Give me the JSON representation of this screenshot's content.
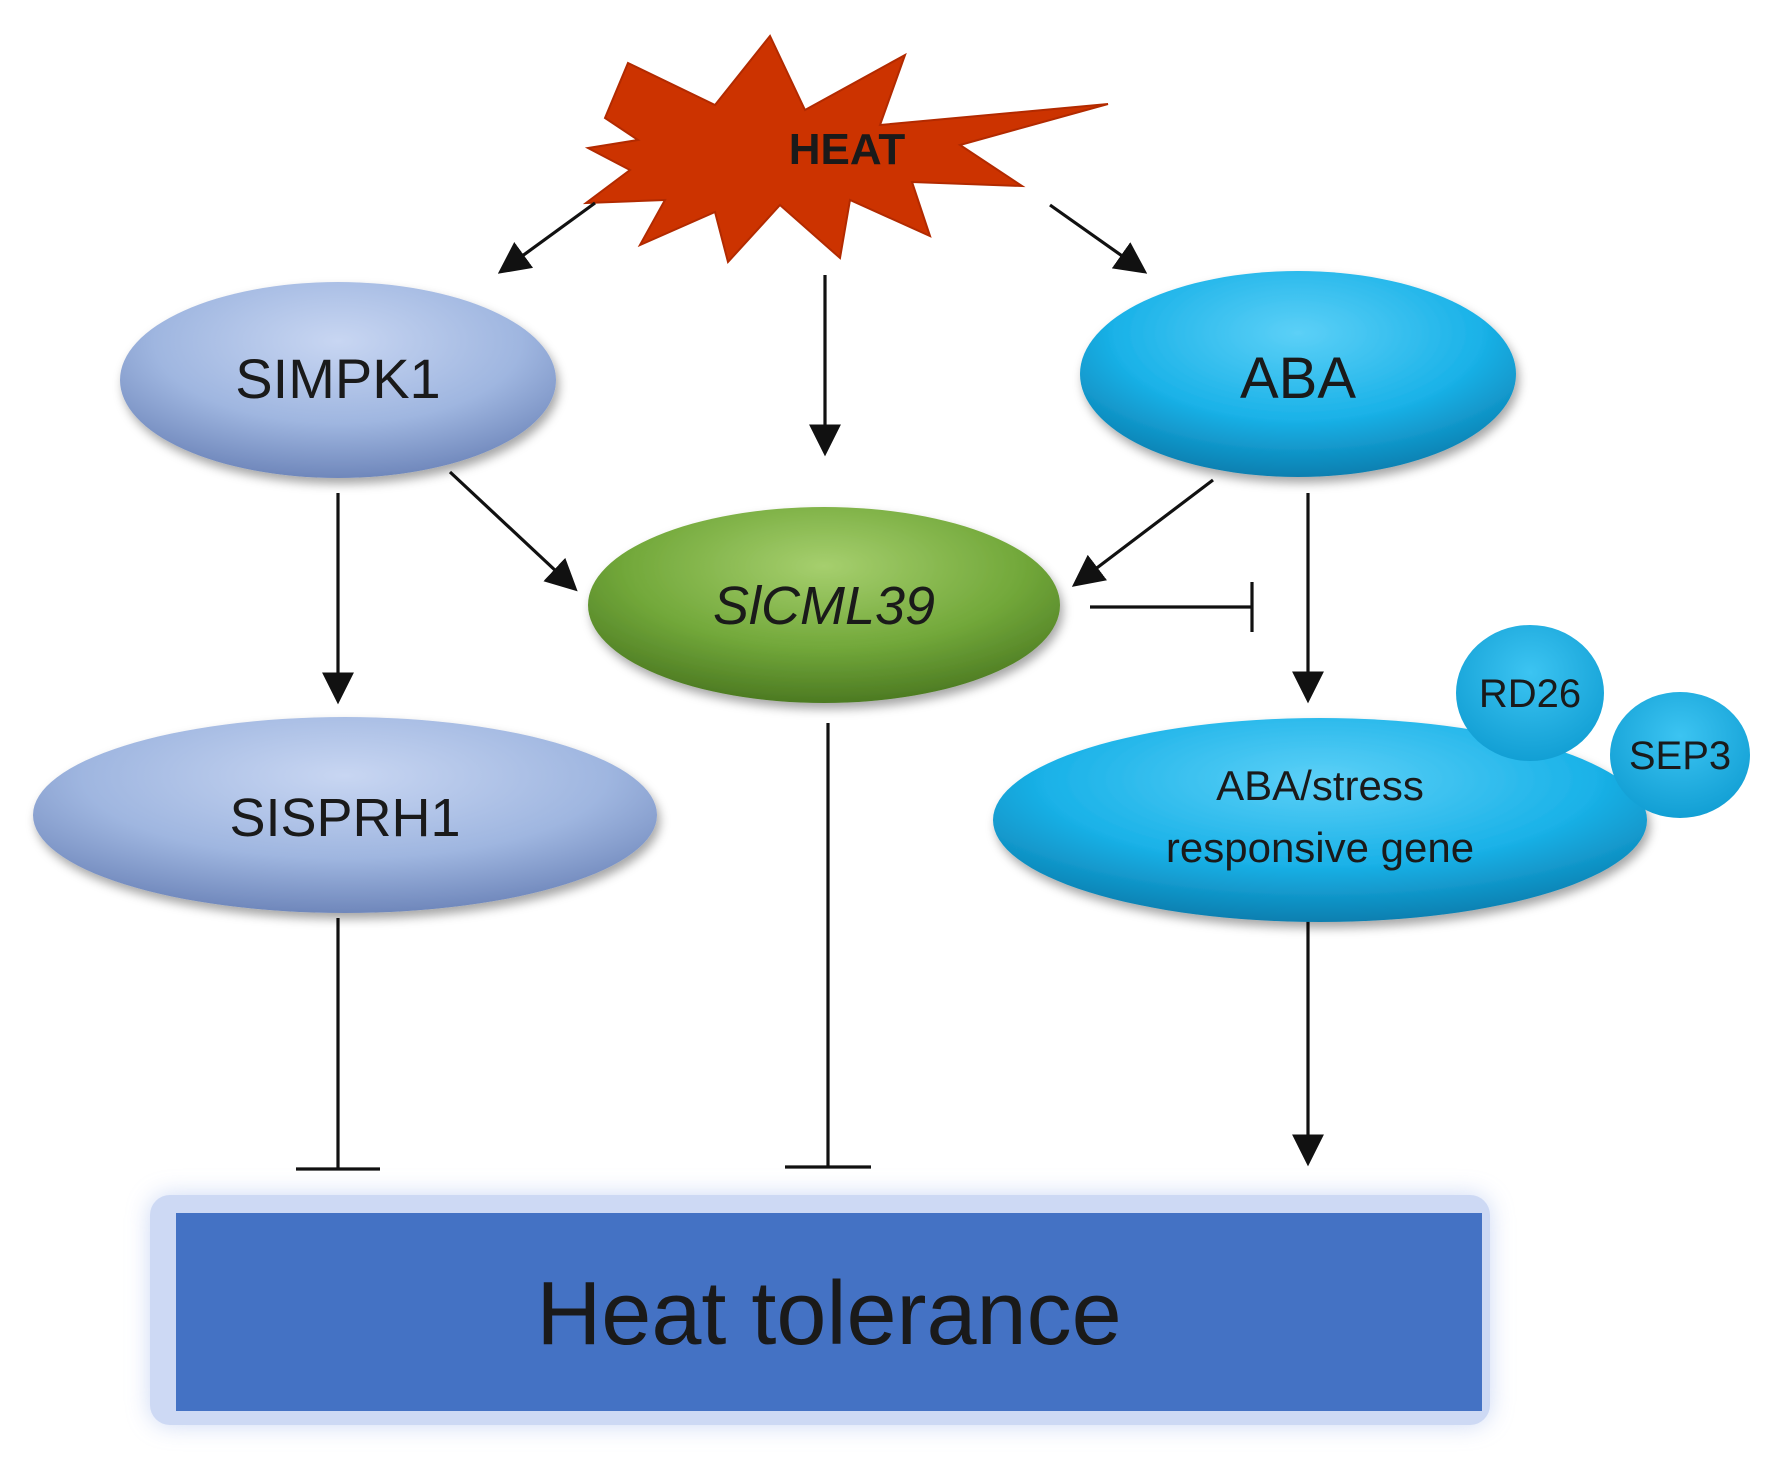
{
  "nodes": {
    "heat": {
      "label": "HEAT",
      "color": "#cc3300"
    },
    "slmpk1": {
      "label": "SIMPK1",
      "color": "#9fb6e0"
    },
    "aba": {
      "label": "ABA",
      "color": "#1ab2e8"
    },
    "slcml39": {
      "label": "SlCML39",
      "color": "#72a83a"
    },
    "slsprh1": {
      "label": "SISPRH1",
      "color": "#9fb6e0"
    },
    "aba_gene": {
      "label_line1": "ABA/stress",
      "label_line2": "responsive gene",
      "color": "#1ab2e8"
    },
    "rd26": {
      "label": "RD26",
      "color": "#1ab2e8"
    },
    "sep3": {
      "label": "SEP3",
      "color": "#1ab2e8"
    },
    "heat_tolerance": {
      "label": "Heat tolerance",
      "color": "#4472c4"
    }
  },
  "edges": [
    {
      "from": "heat",
      "to": "slmpk1",
      "type": "activation"
    },
    {
      "from": "heat",
      "to": "slcml39",
      "type": "activation"
    },
    {
      "from": "heat",
      "to": "aba",
      "type": "activation"
    },
    {
      "from": "slmpk1",
      "to": "slcml39",
      "type": "activation"
    },
    {
      "from": "slmpk1",
      "to": "slsprh1",
      "type": "activation"
    },
    {
      "from": "aba",
      "to": "slcml39",
      "type": "activation"
    },
    {
      "from": "aba",
      "to": "aba_gene",
      "type": "activation"
    },
    {
      "from": "slcml39",
      "to": "aba_gene",
      "type": "inhibition"
    },
    {
      "from": "slsprh1",
      "to": "heat_tolerance",
      "type": "inhibition"
    },
    {
      "from": "slcml39",
      "to": "heat_tolerance",
      "type": "inhibition"
    },
    {
      "from": "aba_gene",
      "to": "heat_tolerance",
      "type": "activation"
    }
  ]
}
